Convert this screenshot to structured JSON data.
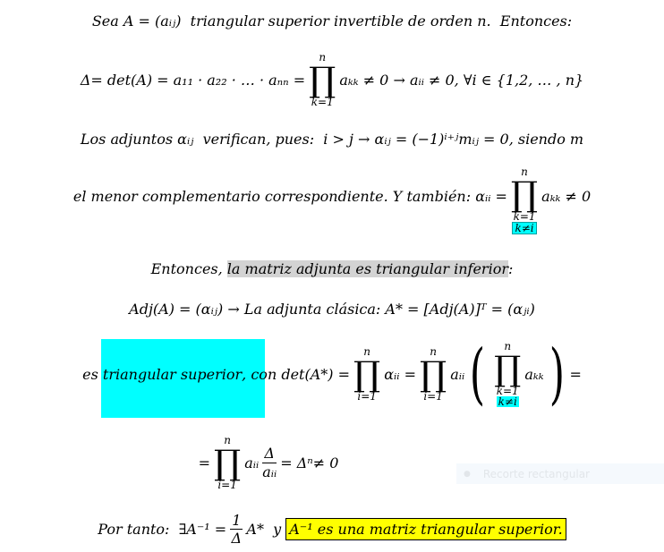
{
  "line1": "Sea A = (aᵢⱼ)  triangular superior invertible de orden n.  Entonces:",
  "line2": {
    "pre": "Δ= det(A) = a₁₁ · a₂₂ · … · aₙₙ =",
    "top": "n",
    "bottom": "k=1",
    "post": "aₖₖ ≠ 0 → aᵢᵢ ≠ 0, ∀i ∈ {1,2, … , n}"
  },
  "line3": "Los adjuntos αᵢⱼ  verifican, pues:  i > j → αᵢⱼ = (−1)ⁱ⁺ʲmᵢⱼ = 0, siendo m",
  "line4": {
    "pre": "el menor complementario correspondiente. Y también: αᵢᵢ =",
    "top": "n",
    "bottom": "k=1",
    "extra": "k≠i",
    "post": "aₖₖ ≠ 0"
  },
  "line5": {
    "pre": "Entonces, ",
    "highlight": "la matriz adjunta es triangular inferior",
    "post": ":"
  },
  "line6": "Adj(A) = (αᵢⱼ) → La adjunta clásica: A* = [Adj(A)]ᵀ = (αⱼᵢ)",
  "line7": {
    "pre": "es ",
    "highlight": "triangular superior",
    "mid": ", con det(A*) =",
    "p1top": "n",
    "p1bottom": "i=1",
    "t1": "αᵢᵢ =",
    "p2top": "n",
    "p2bottom": "i=1",
    "t2": "aᵢᵢ",
    "lparen": "(",
    "p3top": "n",
    "p3bottom": "k=1",
    "p3extra": "k≠i",
    "t3": "aₖₖ",
    "rparen": ")",
    "post": "="
  },
  "line8": {
    "pre": "=",
    "top": "n",
    "bottom": "i=1",
    "t1": "aᵢᵢ",
    "num": "Δ",
    "den": "aᵢᵢ",
    "post": "= Δⁿ≠ 0"
  },
  "line9": {
    "pre": "Por tanto:  ∃A⁻¹ =",
    "num": "1",
    "den": "Δ",
    "mid": "A*  y ",
    "highlight": "A⁻¹ es una matriz triangular superior."
  },
  "tooltip": "Recorte rectangular"
}
